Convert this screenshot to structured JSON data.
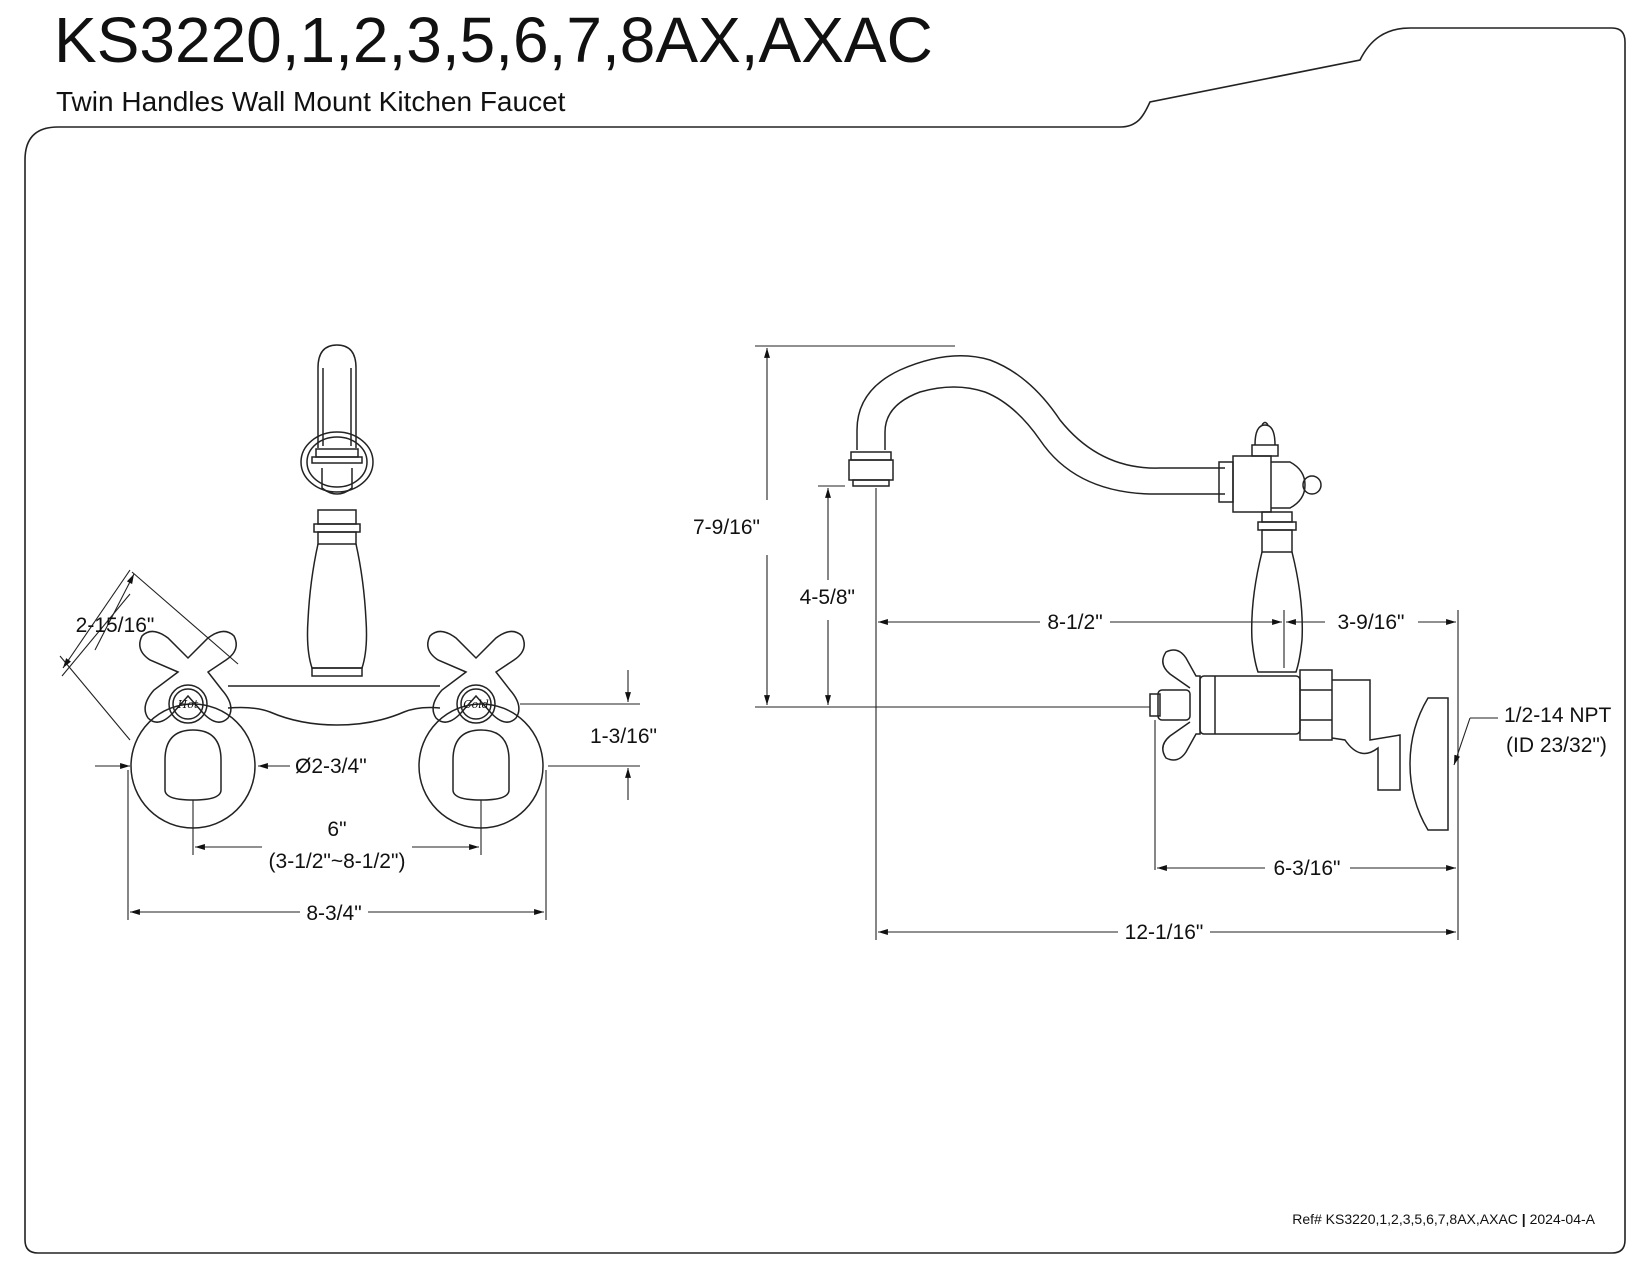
{
  "header": {
    "title": "KS3220,1,2,3,5,6,7,8AX,AXAC",
    "subtitle": "Twin Handles Wall Mount Kitchen Faucet"
  },
  "front_view": {
    "handle_left_text": "Hot",
    "handle_right_text": "Cold",
    "dims": {
      "handle_span": "2-15/16\"",
      "flange_diameter": "Ø2-3/4\"",
      "center_spacing": "6\"",
      "center_range": "(3-1/2\"~8-1/2\")",
      "overall_width": "8-3/4\"",
      "flange_height": "1-3/16\""
    }
  },
  "side_view": {
    "dims": {
      "total_height": "7-9/16\"",
      "spout_height": "4-5/8\"",
      "spout_reach": "8-1/2\"",
      "body_to_wall": "3-9/16\"",
      "handle_to_wall": "6-3/16\"",
      "overall_depth": "12-1/16\"",
      "thread": "1/2-14 NPT",
      "inner_diameter": "(ID 23/32\")"
    }
  },
  "footer": {
    "ref_text": "Ref# KS3220,1,2,3,5,6,7,8AX,AXAC",
    "separator": "|",
    "version": "2024-04-A"
  }
}
